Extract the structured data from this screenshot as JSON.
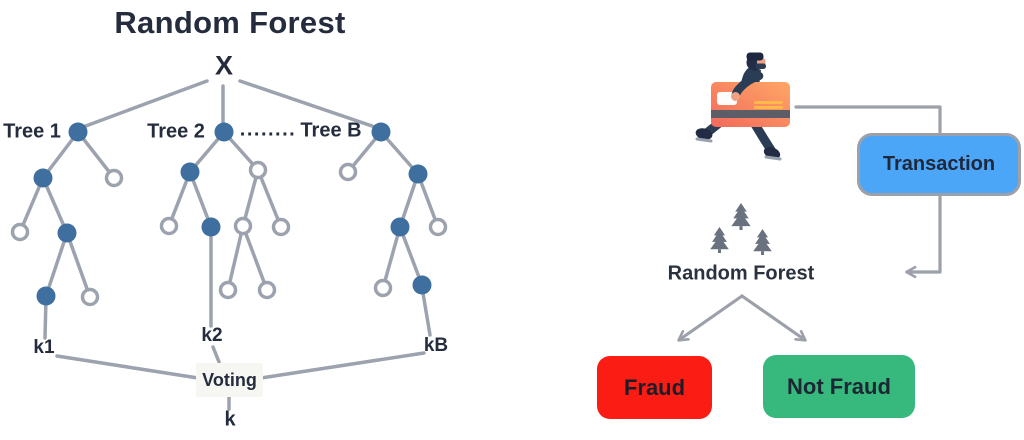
{
  "left_panel": {
    "title": "Random Forest",
    "input_label": "X",
    "trees": [
      {
        "label": "Tree 1",
        "result_label": "k1"
      },
      {
        "label": "Tree 2",
        "result_label": "k2"
      },
      {
        "label": "Tree B",
        "result_label": "kB"
      }
    ],
    "ellipsis": "........",
    "voting_label": "Voting",
    "final_output_label": "k"
  },
  "right_panel": {
    "transaction_label": "Transaction",
    "forest_label": "Random Forest",
    "outcomes": [
      {
        "label": "Fraud",
        "color": "#fb1c14"
      },
      {
        "label": "Not Fraud",
        "color": "#37b87d"
      }
    ]
  },
  "colors": {
    "node_blue": "#3e6f9e",
    "edge_gray": "#9ca3ae",
    "connector_gray": "#9ca0a8",
    "text_dark": "#242c3d",
    "transaction_blue": "#4ca6f8",
    "fraud_red": "#fb1c14",
    "not_fraud_green": "#37b87d",
    "card_orange_start": "#f2695c",
    "card_orange_end": "#ffa766",
    "card_stripe_yellow": "#fdb94a",
    "card_magstripe_gray": "#5c5d66",
    "pine_gray": "#6a7280",
    "thief_navy": "#2b3c55",
    "skin_peach": "#efa283"
  }
}
